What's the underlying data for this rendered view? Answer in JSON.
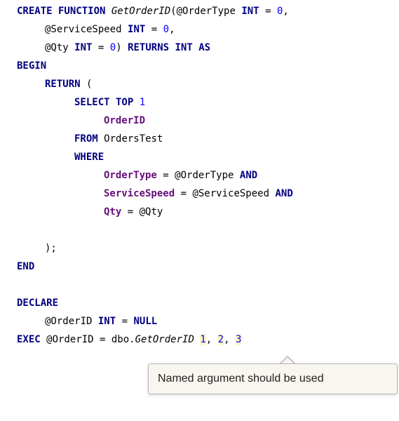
{
  "code": {
    "line1": {
      "create": "CREATE FUNCTION",
      "fn": "GetOrderID",
      "p1": "(@OrderType",
      "int": "INT",
      "eq": "=",
      "zero": "0",
      "comma": ","
    },
    "line2": {
      "param": "@ServiceSpeed",
      "int": "INT",
      "eq": "=",
      "zero": "0",
      "comma": ","
    },
    "line3": {
      "param": "@Qty",
      "int": "INT",
      "eq": "=",
      "zero": "0",
      "close": ")",
      "returns": "RETURNS INT AS"
    },
    "line4": {
      "begin": "BEGIN"
    },
    "line5": {
      "ret": "RETURN",
      "open": "("
    },
    "line6": {
      "select": "SELECT TOP",
      "one": "1"
    },
    "line7": {
      "col": "OrderID"
    },
    "line8": {
      "from": "FROM",
      "table": "OrdersTest"
    },
    "line9": {
      "where": "WHERE"
    },
    "line10": {
      "col": "OrderType",
      "mid": "= @OrderType",
      "and": "AND"
    },
    "line11": {
      "col": "ServiceSpeed",
      "mid": "= @ServiceSpeed",
      "and": "AND"
    },
    "line12": {
      "col": "Qty",
      "mid": "= @Qty"
    },
    "line13": {
      "close": ");"
    },
    "line14": {
      "end": "END"
    },
    "line15": {
      "declare": "DECLARE"
    },
    "line16": {
      "var": "@OrderID",
      "int": "INT",
      "eq": "=",
      "null": "NULL"
    },
    "line17": {
      "exec": "EXEC",
      "assign": "@OrderID = dbo.",
      "fn": "GetOrderID",
      "a1": "1",
      "a2": "2",
      "a3": "3",
      "comma": ","
    }
  },
  "tooltip": {
    "message": "Named argument should be used"
  },
  "colors": {
    "keyword": "#000080",
    "number": "#0000ff",
    "column": "#660e7a",
    "arg_highlight": "#fff5c7",
    "tooltip_bg": "#f8f6ee"
  }
}
